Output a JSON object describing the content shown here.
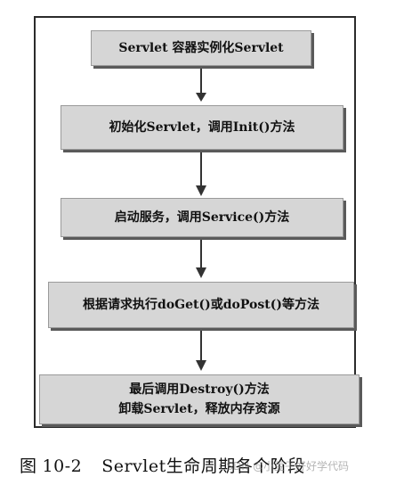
{
  "steps": [
    {
      "lines": [
        "Servlet 容器实例化Servlet"
      ]
    },
    {
      "lines": [
        "初始化Servlet，调用Init()方法"
      ]
    },
    {
      "lines": [
        "启动服务，调用Service()方法"
      ]
    },
    {
      "lines": [
        "根据请求执行doGet()或doPost()等方法"
      ]
    },
    {
      "lines": [
        "最后调用Destroy()方法",
        "卸载Servlet，释放内存资源"
      ]
    }
  ],
  "caption": {
    "figure_label": "图",
    "figure_number": "10-2",
    "text": "Servlet生命周期各个阶段"
  },
  "watermark": "CSDN @小豆子好好学代码",
  "colors": {
    "box_fill": "#d6d6d6",
    "box_shadow": "#5a5a5a",
    "arrow": "#333333",
    "frame": "#2b2b2b"
  }
}
